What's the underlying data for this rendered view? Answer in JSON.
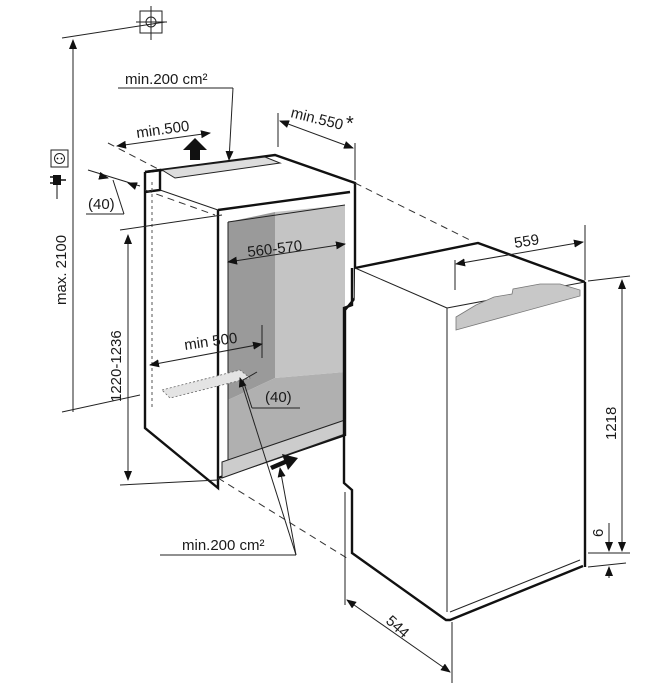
{
  "diagram": {
    "labels": {
      "top_vent_area": "min.200 cm²",
      "niche_depth": "min.550",
      "niche_depth_note": "*",
      "top_vent_width": "min.500",
      "top_clearance": "(40)",
      "max_height": "max. 2100",
      "niche_width": "560-570",
      "niche_height": "1220-1236",
      "bottom_vent_width": "min 500",
      "bottom_clearance": "(40)",
      "bottom_vent_area": "min.200 cm²",
      "appliance_width": "559",
      "appliance_height": "1218",
      "base_gap": "6",
      "appliance_depth": "544"
    },
    "icons": [
      "ceiling-crosshair-icon",
      "power-socket-icon",
      "power-plug-icon",
      "airflow-arrow-icon"
    ]
  }
}
